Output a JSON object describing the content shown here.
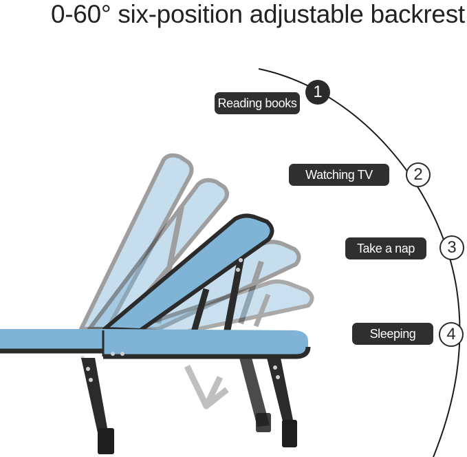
{
  "title": "0-60° six-position adjustable backrest",
  "positions": [
    {
      "number": "1",
      "label": "Reading books"
    },
    {
      "number": "2",
      "label": "Watching TV"
    },
    {
      "number": "3",
      "label": "Take a nap"
    },
    {
      "number": "4",
      "label": "Sleeping"
    }
  ],
  "colors": {
    "fabric": "#7fb4d6",
    "fabric_ghost": "#bcd6e8",
    "frame": "#2b2b2b",
    "pill": "#2f2f2f",
    "arc": "#1a1a1a"
  }
}
